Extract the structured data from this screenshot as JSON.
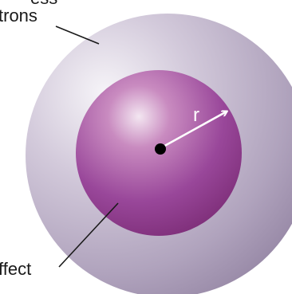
{
  "labels": {
    "outer_partial": "ess",
    "outer": "trons",
    "inner": "ffect",
    "radius": "r"
  },
  "colors": {
    "outer_sphere": "#a697b3",
    "outer_sphere_highlight": "#f2eff5",
    "inner_sphere": "#8a3a82",
    "inner_sphere_highlight": "#f0e0ee",
    "nucleus": "#000000",
    "radius_arrow": "#ffffff",
    "leader_lines": "#1a1a1a"
  }
}
